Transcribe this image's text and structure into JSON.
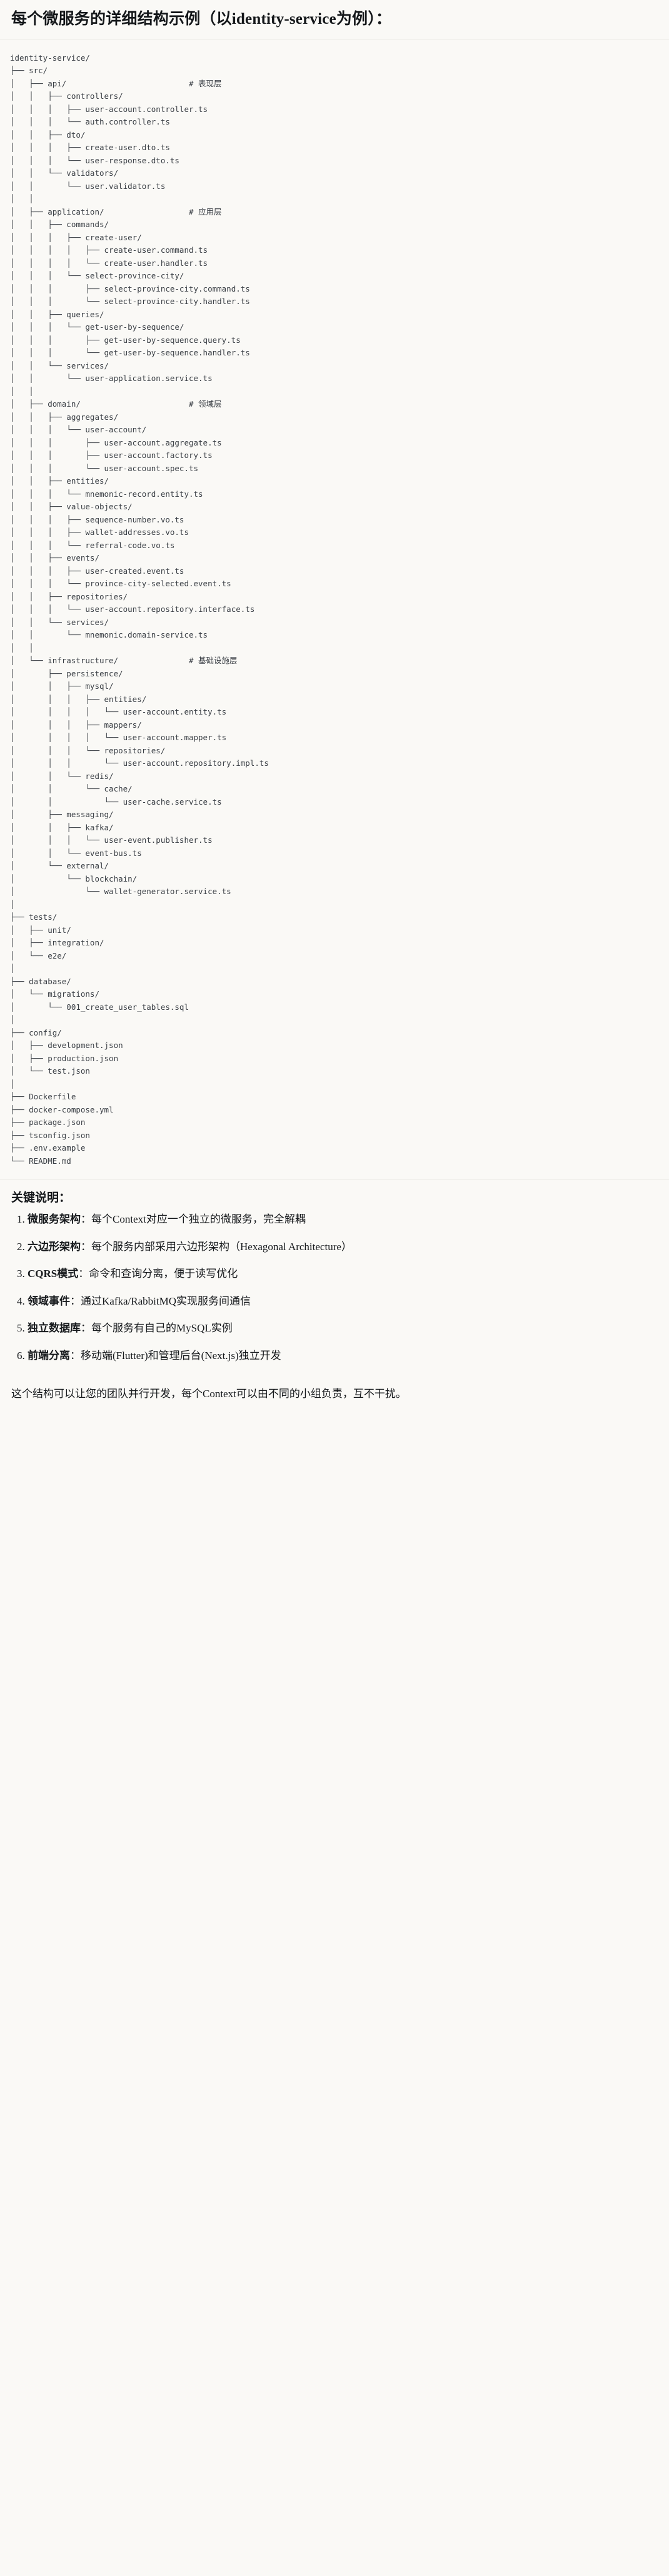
{
  "document": {
    "title": "每个微服务的详细结构示例（以identity-service为例）：",
    "keys_heading": "关键说明：",
    "closing": "这个结构可以让您的团队并行开发，每个Context可以由不同的小组负责，互不干扰。"
  },
  "tree": {
    "root": "identity-service/",
    "comments": {
      "api": "# 表现层",
      "application": "# 应用层",
      "domain": "# 领域层",
      "infrastructure": "# 基础设施层"
    },
    "text": "identity-service/\n├── src/\n│   ├── api/                          # 表现层\n│   │   ├── controllers/\n│   │   │   ├── user-account.controller.ts\n│   │   │   └── auth.controller.ts\n│   │   ├── dto/\n│   │   │   ├── create-user.dto.ts\n│   │   │   └── user-response.dto.ts\n│   │   └── validators/\n│   │       └── user.validator.ts\n│   │\n│   ├── application/                  # 应用层\n│   │   ├── commands/\n│   │   │   ├── create-user/\n│   │   │   │   ├── create-user.command.ts\n│   │   │   │   └── create-user.handler.ts\n│   │   │   └── select-province-city/\n│   │   │       ├── select-province-city.command.ts\n│   │   │       └── select-province-city.handler.ts\n│   │   ├── queries/\n│   │   │   └── get-user-by-sequence/\n│   │   │       ├── get-user-by-sequence.query.ts\n│   │   │       └── get-user-by-sequence.handler.ts\n│   │   └── services/\n│   │       └── user-application.service.ts\n│   │\n│   ├── domain/                       # 领域层\n│   │   ├── aggregates/\n│   │   │   └── user-account/\n│   │   │       ├── user-account.aggregate.ts\n│   │   │       ├── user-account.factory.ts\n│   │   │       └── user-account.spec.ts\n│   │   ├── entities/\n│   │   │   └── mnemonic-record.entity.ts\n│   │   ├── value-objects/\n│   │   │   ├── sequence-number.vo.ts\n│   │   │   ├── wallet-addresses.vo.ts\n│   │   │   └── referral-code.vo.ts\n│   │   ├── events/\n│   │   │   ├── user-created.event.ts\n│   │   │   └── province-city-selected.event.ts\n│   │   ├── repositories/\n│   │   │   └── user-account.repository.interface.ts\n│   │   └── services/\n│   │       └── mnemonic.domain-service.ts\n│   │\n│   └── infrastructure/               # 基础设施层\n│       ├── persistence/\n│       │   ├── mysql/\n│       │   │   ├── entities/\n│       │   │   │   └── user-account.entity.ts\n│       │   │   ├── mappers/\n│       │   │   │   └── user-account.mapper.ts\n│       │   │   └── repositories/\n│       │   │       └── user-account.repository.impl.ts\n│       │   └── redis/\n│       │       └── cache/\n│       │           └── user-cache.service.ts\n│       ├── messaging/\n│       │   ├── kafka/\n│       │   │   └── user-event.publisher.ts\n│       │   └── event-bus.ts\n│       └── external/\n│           └── blockchain/\n│               └── wallet-generator.service.ts\n│\n├── tests/\n│   ├── unit/\n│   ├── integration/\n│   └── e2e/\n│\n├── database/\n│   └── migrations/\n│       └── 001_create_user_tables.sql\n│\n├── config/\n│   ├── development.json\n│   ├── production.json\n│   └── test.json\n│\n├── Dockerfile\n├── docker-compose.yml\n├── package.json\n├── tsconfig.json\n├── .env.example\n└── README.md"
  },
  "key_points": [
    {
      "term": "微服务架构",
      "desc": "：每个Context对应一个独立的微服务，完全解耦"
    },
    {
      "term": "六边形架构",
      "desc": "：每个服务内部采用六边形架构（Hexagonal Architecture）"
    },
    {
      "term": "CQRS模式",
      "desc": "：命令和查询分离，便于读写优化"
    },
    {
      "term": "领域事件",
      "desc": "：通过Kafka/RabbitMQ实现服务间通信"
    },
    {
      "term": "独立数据库",
      "desc": "：每个服务有自己的MySQL实例"
    },
    {
      "term": "前端分离",
      "desc": "：移动端(Flutter)和管理后台(Next.js)独立开发"
    }
  ]
}
